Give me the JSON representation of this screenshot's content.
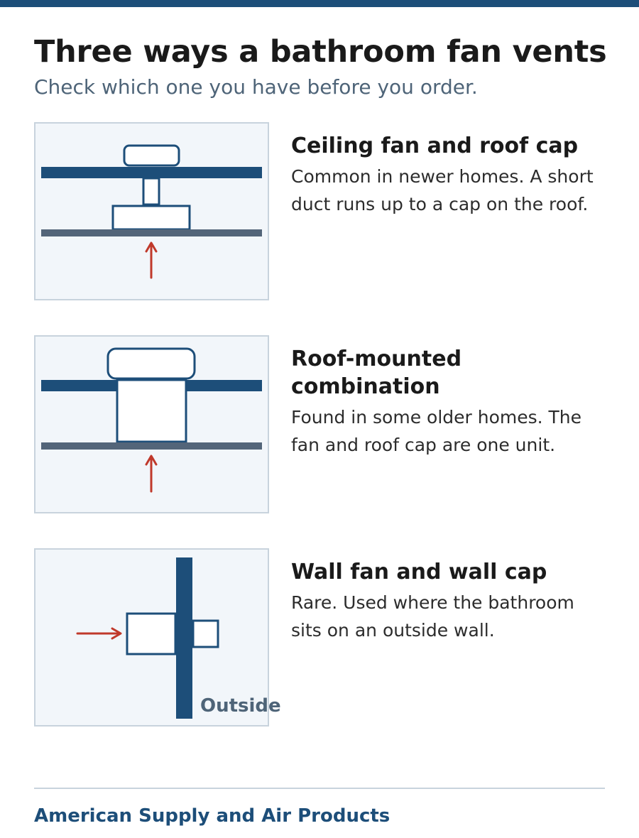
{
  "header": {
    "title": "Three ways a bathroom fan vents",
    "subtitle": "Check which one you have before you order."
  },
  "options": [
    {
      "title": "Ceiling fan and roof cap",
      "description": "Common in newer homes. A short duct runs up to a cap on the roof."
    },
    {
      "title": "Roof-mounted combination",
      "description": "Found in some older homes. The fan and roof cap are one unit."
    },
    {
      "title": "Wall fan and wall cap",
      "description": "Rare. Used where the bathroom sits on an outside wall.",
      "diagram_label": "Outside"
    }
  ],
  "footer": {
    "brand": "American Supply and Air Products"
  },
  "colors": {
    "accent": "#1d4e79",
    "ceiling": "#536579",
    "airflow": "#c0392b",
    "panel_bg": "#f2f6fa",
    "panel_border": "#c8d3dd"
  }
}
